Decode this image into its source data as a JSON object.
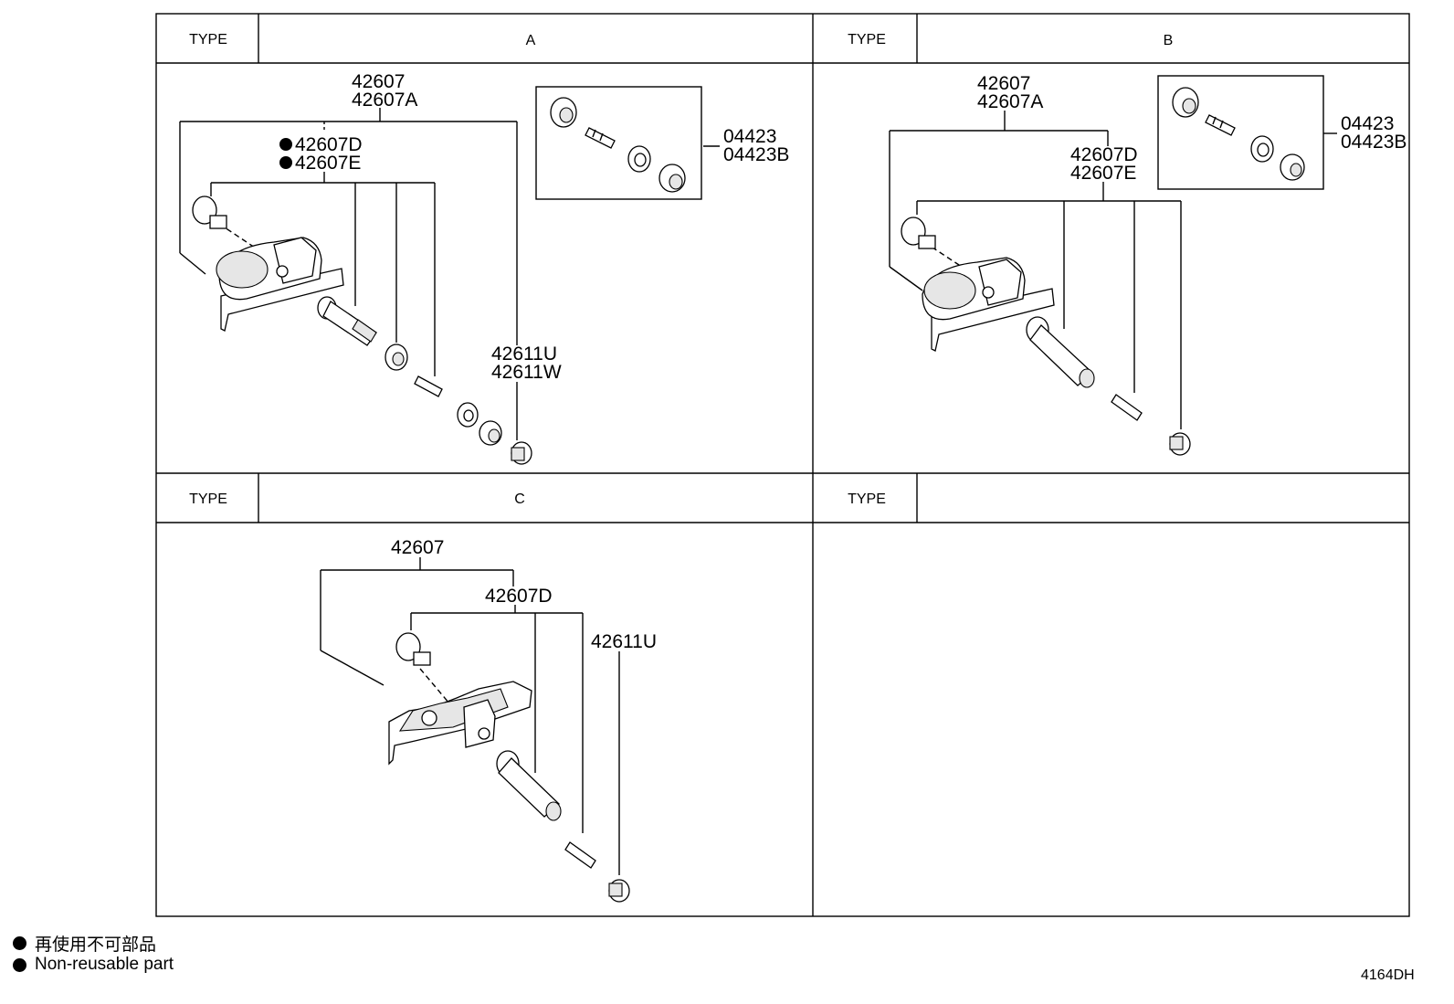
{
  "panels": {
    "a": {
      "type_label": "TYPE",
      "type_value": "A",
      "labels": [
        "42607",
        "42607A",
        "42607D",
        "42607E",
        "04423",
        "04423B",
        "42611U",
        "42611W"
      ]
    },
    "b": {
      "type_label": "TYPE",
      "type_value": "B",
      "labels": [
        "42607",
        "42607A",
        "42607D",
        "42607E",
        "04423",
        "04423B"
      ]
    },
    "c": {
      "type_label": "TYPE",
      "type_value": "C",
      "labels": [
        "42607",
        "42607D",
        "42611U"
      ]
    },
    "d": {
      "type_label": "TYPE",
      "type_value": ""
    }
  },
  "legend": {
    "line1": "再使用不可部品",
    "line2": "Non-reusable part"
  },
  "ref_code": "4164DH",
  "icons": {
    "non_reusable_marker": "filled-circle-icon"
  }
}
